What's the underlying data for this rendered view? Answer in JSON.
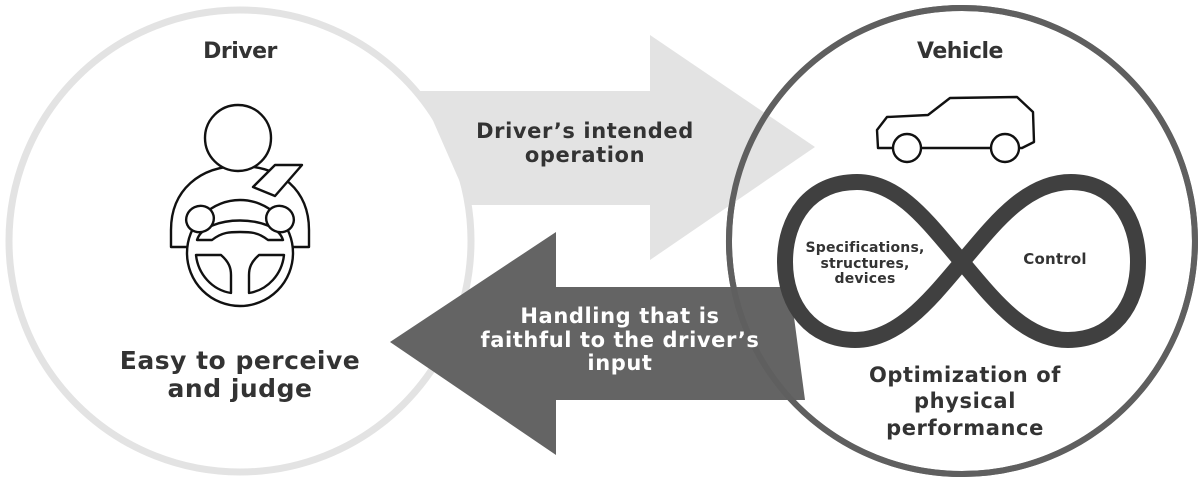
{
  "diagram": {
    "driver": {
      "title": "Driver",
      "icon": "driver-steering-wheel-icon",
      "caption_line1": "Easy to perceive",
      "caption_line2": "and judge"
    },
    "vehicle": {
      "title": "Vehicle",
      "icon": "car-icon",
      "loop_icon": "infinity-loop-icon",
      "loop_left_line1": "Specifications,",
      "loop_left_line2": "structures,",
      "loop_left_line3": "devices",
      "loop_right": "Control",
      "caption_line1": "Optimization of",
      "caption_line2": "physical",
      "caption_line3": "performance"
    },
    "arrow_forward": {
      "direction": "right",
      "line1": "Driver’s intended",
      "line2": "operation"
    },
    "arrow_back": {
      "direction": "left",
      "line1": "Handling that is",
      "line2": "faithful to the driver’s",
      "line3": "input"
    },
    "colors": {
      "driver_ring": "#e3e3e3",
      "vehicle_ring": "#5f5f5f",
      "forward_arrow": "#e3e3e3",
      "back_arrow": "#646464",
      "infinity": "#404040",
      "text": "#333333"
    }
  }
}
